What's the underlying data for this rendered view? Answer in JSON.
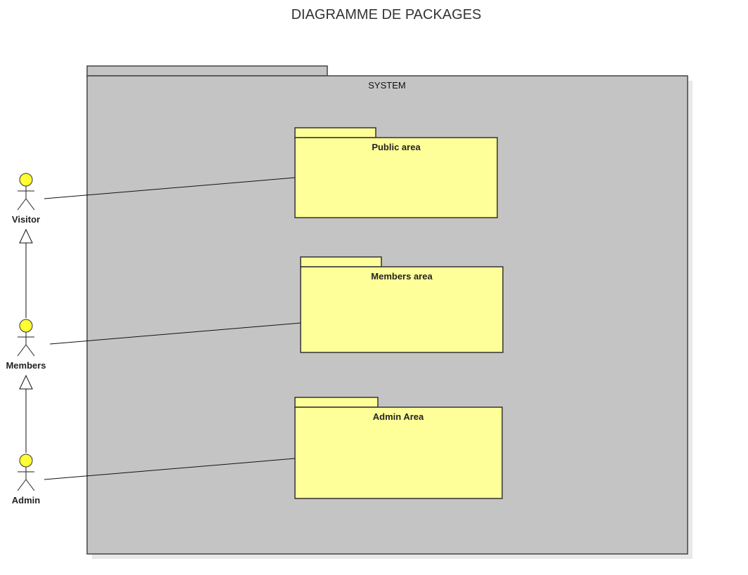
{
  "title": "DIAGRAMME DE PACKAGES",
  "system": {
    "label": "SYSTEM",
    "fill": "#c4c4c4",
    "stroke": "#444444"
  },
  "packages": [
    {
      "label": "Public area"
    },
    {
      "label": "Members area"
    },
    {
      "label": "Admin Area"
    }
  ],
  "package_style": {
    "fill": "#ffff99",
    "stroke": "#333333"
  },
  "actors": [
    {
      "label": "Visitor"
    },
    {
      "label": "Members"
    },
    {
      "label": "Admin"
    }
  ],
  "actor_style": {
    "head_fill": "#ffff33"
  },
  "associations": [
    {
      "actor": "Visitor",
      "package": "Public area"
    },
    {
      "actor": "Members",
      "package": "Members area"
    },
    {
      "actor": "Admin",
      "package": "Admin Area"
    }
  ],
  "generalizations": [
    {
      "child": "Members",
      "parent": "Visitor"
    },
    {
      "child": "Admin",
      "parent": "Members"
    }
  ]
}
